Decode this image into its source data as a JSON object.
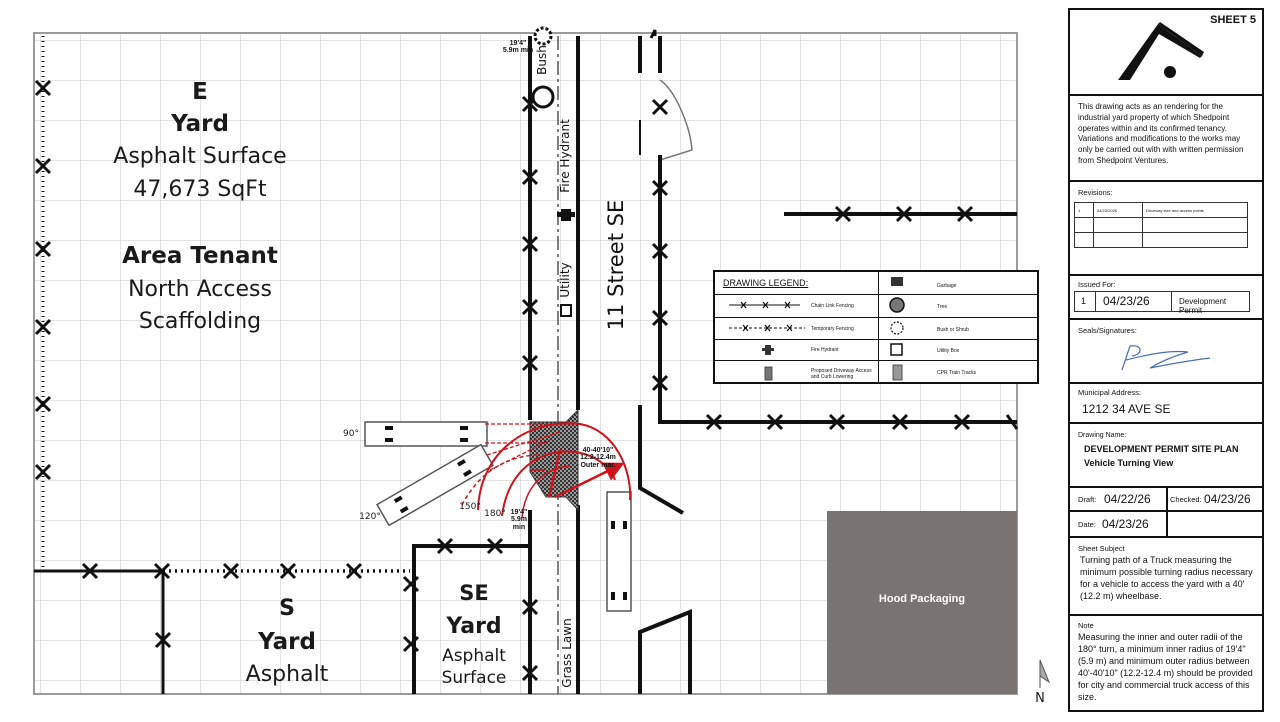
{
  "plan": {
    "e_yard": {
      "zone_letter": "E",
      "zone_word": "Yard",
      "surface": "Asphalt Surface",
      "area": "47,673 SqFt",
      "tenant_heading": "Area Tenant",
      "tenant_line1": "North Access",
      "tenant_line2": "Scaffolding"
    },
    "s_yard": {
      "zone_letter": "S",
      "zone_word": "Yard",
      "surface": "Asphalt"
    },
    "se_yard": {
      "zone_letter": "SE",
      "zone_word": "Yard",
      "surface_line1": "Asphalt",
      "surface_line2": "Surface"
    },
    "street_name": "11 Street SE",
    "labels": {
      "bush": "Bush",
      "fire_hydrant": "Fire Hydrant",
      "utility": "Utility",
      "grass_lawn": "Grass Lawn",
      "hood_packaging": "Hood Packaging",
      "north": "N"
    },
    "dimensions": {
      "top_radius_ft": "19'4\"",
      "top_radius_m": "5.9m min",
      "outer_radius_ft": "40-40'10\"",
      "outer_radius_m": "12.2-12.4m",
      "outer_radius_note": "Outer mar.",
      "inner_radius_ft": "19'4\"",
      "inner_radius_m": "5.9m min"
    },
    "angles": {
      "a90": "90°",
      "a120": "120°",
      "a150": "150°",
      "a180": "180°"
    },
    "colors": {
      "turning_path": "#d0121b",
      "hood_block": "#797471",
      "grid": "#c6c6c6"
    }
  },
  "legend": {
    "title": "DRAWING LEGEND:",
    "left_items": [
      "Chain Link Fencing",
      "Temporary Fencing",
      "Fire Hydrant",
      "Proposed Driveway Access and Curb Lowering"
    ],
    "right_items": [
      "Garbage",
      "Tree",
      "Bush or Shrub",
      "Utility Box",
      "CPR Train Tracks"
    ]
  },
  "title_block": {
    "sheet": "SHEET 5",
    "disclaimer": "This drawing acts as an rendering for the industrial yard property of which Shedpoint operates within and its confirmed tenancy. Variations and modifications to the works may only be carried out with with written permission from Shedpoint Ventures.",
    "revisions_caption": "Revisions:",
    "revisions": [
      {
        "no": "1",
        "date": "04/23/2026",
        "desc": "Driveway size and access points"
      }
    ],
    "issued_caption": "Issued For:",
    "issued": {
      "no": "1",
      "date": "04/23/26",
      "purpose": "Development Permit"
    },
    "seals_caption": "Seals/Signatures:",
    "address_caption": "Municipal Address:",
    "address": "1212 34 AVE SE",
    "drawing_name_caption": "Drawing Name:",
    "drawing_name_line1": "DEVELOPMENT PERMIT SITE PLAN",
    "drawing_name_line2": "Vehicle Turning View",
    "draft_caption": "Draft:",
    "draft_date": "04/22/26",
    "checked_caption": "Checked:",
    "checked_date": "04/23/26",
    "date_caption": "Date:",
    "date": "04/23/26",
    "subject_caption": "Sheet Subject",
    "subject": "Turning path of a Truck measuring the minimum possible turning radius necessary for a vehicle to access the yard with a 40' (12.2 m) wheelbase.",
    "note_caption": "Note",
    "note": "Measuring the inner and outer radii of the 180° turn, a minimum inner radius of 19'4\" (5.9 m) and minimum outer radius between 40'-40'10\" (12.2-12.4 m) should be provided for city and commercial truck access of this size."
  }
}
